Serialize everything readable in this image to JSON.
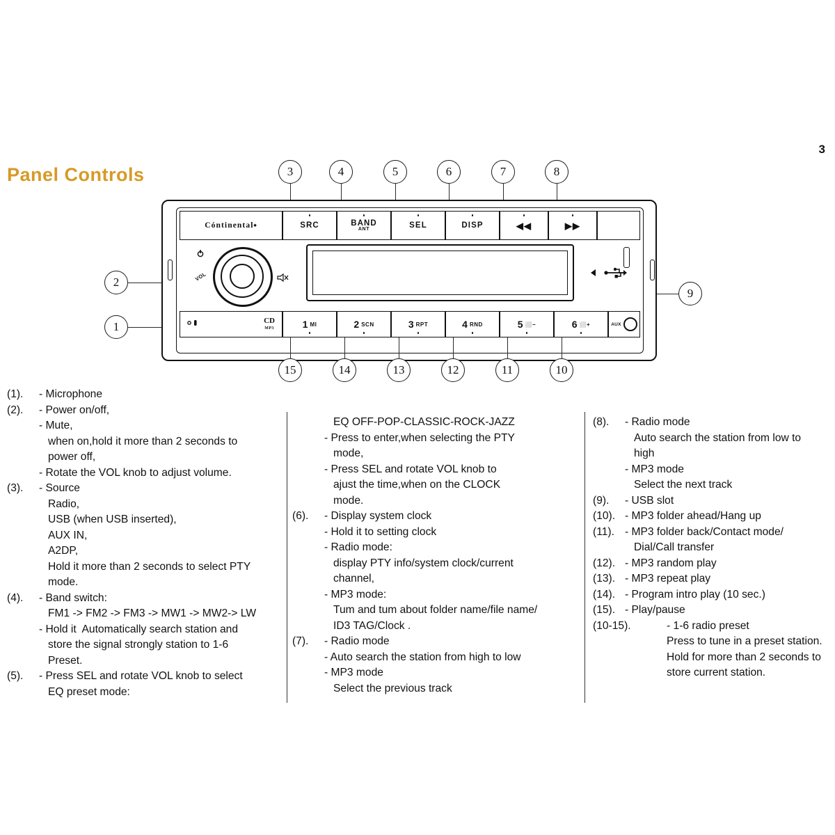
{
  "page": {
    "number": "3",
    "title": "Panel Controls"
  },
  "diagram": {
    "top_keys": [
      {
        "label": "Cóntinental⬩",
        "sub": "",
        "name": "brand-logo",
        "dot": false
      },
      {
        "label": "SRC",
        "sub": "",
        "name": "src-button",
        "dot": true
      },
      {
        "label": "BAND",
        "sub": "ANT",
        "name": "band-ant-button",
        "dot": true
      },
      {
        "label": "SEL",
        "sub": "",
        "name": "sel-button",
        "dot": true
      },
      {
        "label": "DISP",
        "sub": "",
        "name": "disp-button",
        "dot": true
      },
      {
        "label": "◀◀",
        "sub": "",
        "name": "rewind-button",
        "dot": true
      },
      {
        "label": "▶▶",
        "sub": "",
        "name": "fast-forward-button",
        "dot": true
      },
      {
        "label": "",
        "sub": "",
        "name": "blank-key",
        "dot": false
      }
    ],
    "knob": {
      "vol_label": "VOL",
      "power_icon": "power-icon",
      "mute_icon": "mute-icon"
    },
    "usb": {
      "icon": "usb-icon",
      "slot": "usb-slot"
    },
    "preset_keys": [
      {
        "num": "",
        "label": "",
        "name": "microphone-port",
        "dot": false
      },
      {
        "num": "1",
        "label": "MI",
        "name": "preset-1-play-pause",
        "dot": true
      },
      {
        "num": "2",
        "label": "SCN",
        "name": "preset-2-scan",
        "dot": true
      },
      {
        "num": "3",
        "label": "RPT",
        "name": "preset-3-repeat",
        "dot": true
      },
      {
        "num": "4",
        "label": "RND",
        "name": "preset-4-random",
        "dot": true
      },
      {
        "num": "5",
        "label": "⬜−",
        "name": "preset-5-folder-back",
        "dot": true
      },
      {
        "num": "6",
        "label": "⬜+",
        "name": "preset-6-folder-ahead",
        "dot": true
      }
    ],
    "cd_logo": {
      "main": "CD",
      "sub": "MP3"
    },
    "aux_label": "AUX",
    "callouts": {
      "left": [
        "2",
        "1"
      ],
      "top": [
        "3",
        "4",
        "5",
        "6",
        "7",
        "8"
      ],
      "right": [
        "9"
      ],
      "bottom": [
        "15",
        "14",
        "13",
        "12",
        "11",
        "10"
      ]
    }
  },
  "legend": {
    "column1": [
      {
        "idx": "(1).",
        "lines": [
          {
            "text": "- Microphone",
            "style": ""
          }
        ]
      },
      {
        "idx": "(2).",
        "lines": [
          {
            "text": "- Power on/off,",
            "style": ""
          },
          {
            "text": "- Mute,",
            "style": ""
          },
          {
            "text": "when on,hold it more than 2 seconds to",
            "style": "ind"
          },
          {
            "text": "power off,",
            "style": "ind"
          },
          {
            "text": "- Rotate the VOL knob to adjust volume.",
            "style": ""
          }
        ]
      },
      {
        "idx": "(3).",
        "lines": [
          {
            "text": "- Source",
            "style": ""
          },
          {
            "text": "Radio,",
            "style": "ind"
          },
          {
            "text": "USB (when USB inserted),",
            "style": "ind"
          },
          {
            "text": "AUX IN,",
            "style": "ind"
          },
          {
            "text": "A2DP,",
            "style": "ind"
          },
          {
            "text": "Hold it more than 2 seconds to select PTY",
            "style": "ind"
          },
          {
            "text": "mode.",
            "style": "ind"
          }
        ]
      },
      {
        "idx": "(4).",
        "lines": [
          {
            "text": "- Band switch:",
            "style": ""
          },
          {
            "text": "FM1 -> FM2 -> FM3 -> MW1 -> MW2-> LW",
            "style": "ind"
          },
          {
            "text": "- Hold it  Automatically search station and",
            "style": ""
          },
          {
            "text": "store the signal strongly station to 1-6",
            "style": "ind"
          },
          {
            "text": "Preset.",
            "style": "ind"
          }
        ]
      },
      {
        "idx": "(5).",
        "lines": [
          {
            "text": "- Press SEL and rotate VOL knob to select",
            "style": ""
          },
          {
            "text": "EQ preset mode:",
            "style": "ind"
          }
        ]
      }
    ],
    "column2": [
      {
        "idx": "",
        "lines": [
          {
            "text": "EQ OFF-POP-CLASSIC-ROCK-JAZZ",
            "style": "ind"
          },
          {
            "text": "- Press to enter,when selecting the PTY",
            "style": ""
          },
          {
            "text": "mode,",
            "style": "ind"
          },
          {
            "text": "- Press SEL and rotate VOL knob to",
            "style": ""
          },
          {
            "text": "ajust the time,when on the CLOCK",
            "style": "ind"
          },
          {
            "text": "mode.",
            "style": "ind"
          }
        ]
      },
      {
        "idx": "(6).",
        "lines": [
          {
            "text": "- Display system clock",
            "style": ""
          },
          {
            "text": "- Hold it to setting clock",
            "style": ""
          },
          {
            "text": "- Radio mode:",
            "style": ""
          },
          {
            "text": "display PTY info/system clock/current",
            "style": "ind"
          },
          {
            "text": "channel,",
            "style": "ind"
          },
          {
            "text": "- MP3 mode:",
            "style": ""
          },
          {
            "text": "Tum and tum about folder name/file name/",
            "style": "ind"
          },
          {
            "text": "ID3 TAG/Clock .",
            "style": "ind"
          }
        ]
      },
      {
        "idx": "(7).",
        "lines": [
          {
            "text": "- Radio mode",
            "style": ""
          },
          {
            "text": "- Auto search the station from high to low",
            "style": ""
          },
          {
            "text": "- MP3 mode",
            "style": ""
          },
          {
            "text": "Select the previous track",
            "style": "ind"
          }
        ]
      }
    ],
    "column3": [
      {
        "idx": "(8).",
        "lines": [
          {
            "text": "- Radio mode",
            "style": ""
          },
          {
            "text": "Auto search the station from low to",
            "style": "ind"
          },
          {
            "text": "high",
            "style": "ind"
          },
          {
            "text": "- MP3 mode",
            "style": ""
          },
          {
            "text": "Select the next track",
            "style": "ind"
          }
        ]
      },
      {
        "idx": "(9).",
        "lines": [
          {
            "text": "- USB slot",
            "style": ""
          }
        ]
      },
      {
        "idx": "(10).",
        "lines": [
          {
            "text": "- MP3 folder ahead/Hang up",
            "style": ""
          }
        ]
      },
      {
        "idx": "(11).",
        "lines": [
          {
            "text": "- MP3 folder back/Contact mode/",
            "style": ""
          },
          {
            "text": "Dial/Call transfer",
            "style": "ind"
          }
        ]
      },
      {
        "idx": "(12).",
        "lines": [
          {
            "text": "- MP3 random play",
            "style": ""
          }
        ]
      },
      {
        "idx": "(13).",
        "lines": [
          {
            "text": "- MP3 repeat play",
            "style": ""
          }
        ]
      },
      {
        "idx": "(14).",
        "lines": [
          {
            "text": "- Program intro play (10 sec.)",
            "style": ""
          }
        ]
      },
      {
        "idx": "(15).",
        "lines": [
          {
            "text": "- Play/pause",
            "style": ""
          }
        ]
      },
      {
        "idx": "(10-15).",
        "lines": [
          {
            "text": "- 1-6 radio preset",
            "style": "deep"
          },
          {
            "text": "Press to tune in a preset station.",
            "style": "deep"
          },
          {
            "text": "Hold for more than 2 seconds to",
            "style": "deep"
          },
          {
            "text": "store current station.",
            "style": "deep"
          }
        ]
      }
    ]
  },
  "colors": {
    "title": "#d79a25",
    "ink": "#111111"
  }
}
